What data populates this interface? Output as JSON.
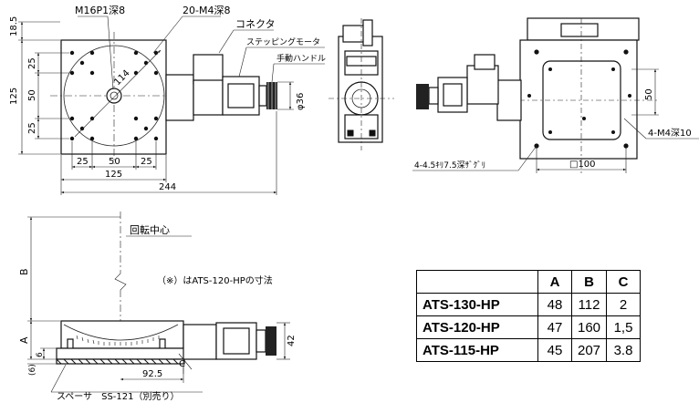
{
  "top_view": {
    "label_m16": "M16P1深8",
    "label_m4": "20-M4深8",
    "label_connector": "コネクタ",
    "label_motor": "ステッピングモータ",
    "label_handle": "手動ハンドル",
    "dim_18_5": "18.5",
    "dim_125_v": "125",
    "dim_25_top": "25",
    "dim_50_v": "50",
    "dim_25_bot": "25",
    "dim_r114": "114",
    "dim_25_a": "25",
    "dim_50_h": "50",
    "dim_25_b": "25",
    "dim_125_h": "125",
    "dim_244": "244",
    "dim_phi36": "φ36"
  },
  "back_view": {
    "label_4m4": "4-M4深10",
    "label_counterbore": "4-4.5ｷﾘ7.5深ｻﾞｸﾞﾘ",
    "dim_50": "50",
    "dim_sq100": "□100"
  },
  "side_view": {
    "label_center": "回転中心",
    "note": "（※）はATS-120-HPの寸法",
    "dim_b": "B",
    "dim_a": "A",
    "dim_c": "C",
    "dim_6": "6",
    "dim_6p": "(6)",
    "dim_92_5": "92.5",
    "dim_42": "42",
    "label_spacer": "スペーサ　SS-121（別売り）"
  },
  "spec_table": {
    "headers": [
      "",
      "A",
      "B",
      "C"
    ],
    "rows": [
      {
        "model": "ATS-130-HP",
        "a": "48",
        "b": "112",
        "c": "2"
      },
      {
        "model": "ATS-120-HP",
        "a": "47",
        "b": "160",
        "c": "1,5"
      },
      {
        "model": "ATS-115-HP",
        "a": "45",
        "b": "207",
        "c": "3.8"
      }
    ]
  }
}
